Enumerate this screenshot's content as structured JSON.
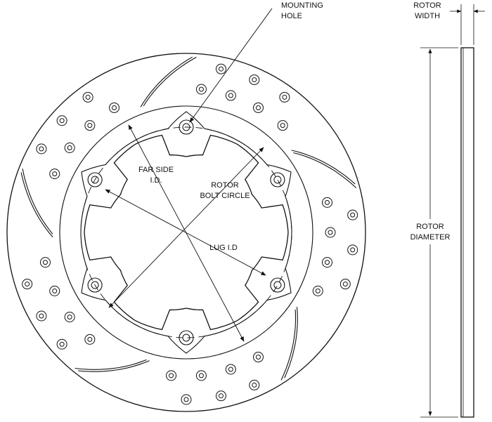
{
  "labels": {
    "mounting_hole": [
      "MOUNTING",
      "HOLE"
    ],
    "rotor_width": [
      "ROTOR",
      "WIDTH"
    ],
    "far_side_id": [
      "FAR SIDE",
      "I.D."
    ],
    "bolt_circle": [
      "ROTOR",
      "BOLT CIRCLE"
    ],
    "lug_id": [
      "LUG I.D"
    ],
    "rotor_diameter": [
      "ROTOR",
      "DIAMETER"
    ]
  },
  "colors": {
    "line": "#111111",
    "background": "#ffffff"
  }
}
